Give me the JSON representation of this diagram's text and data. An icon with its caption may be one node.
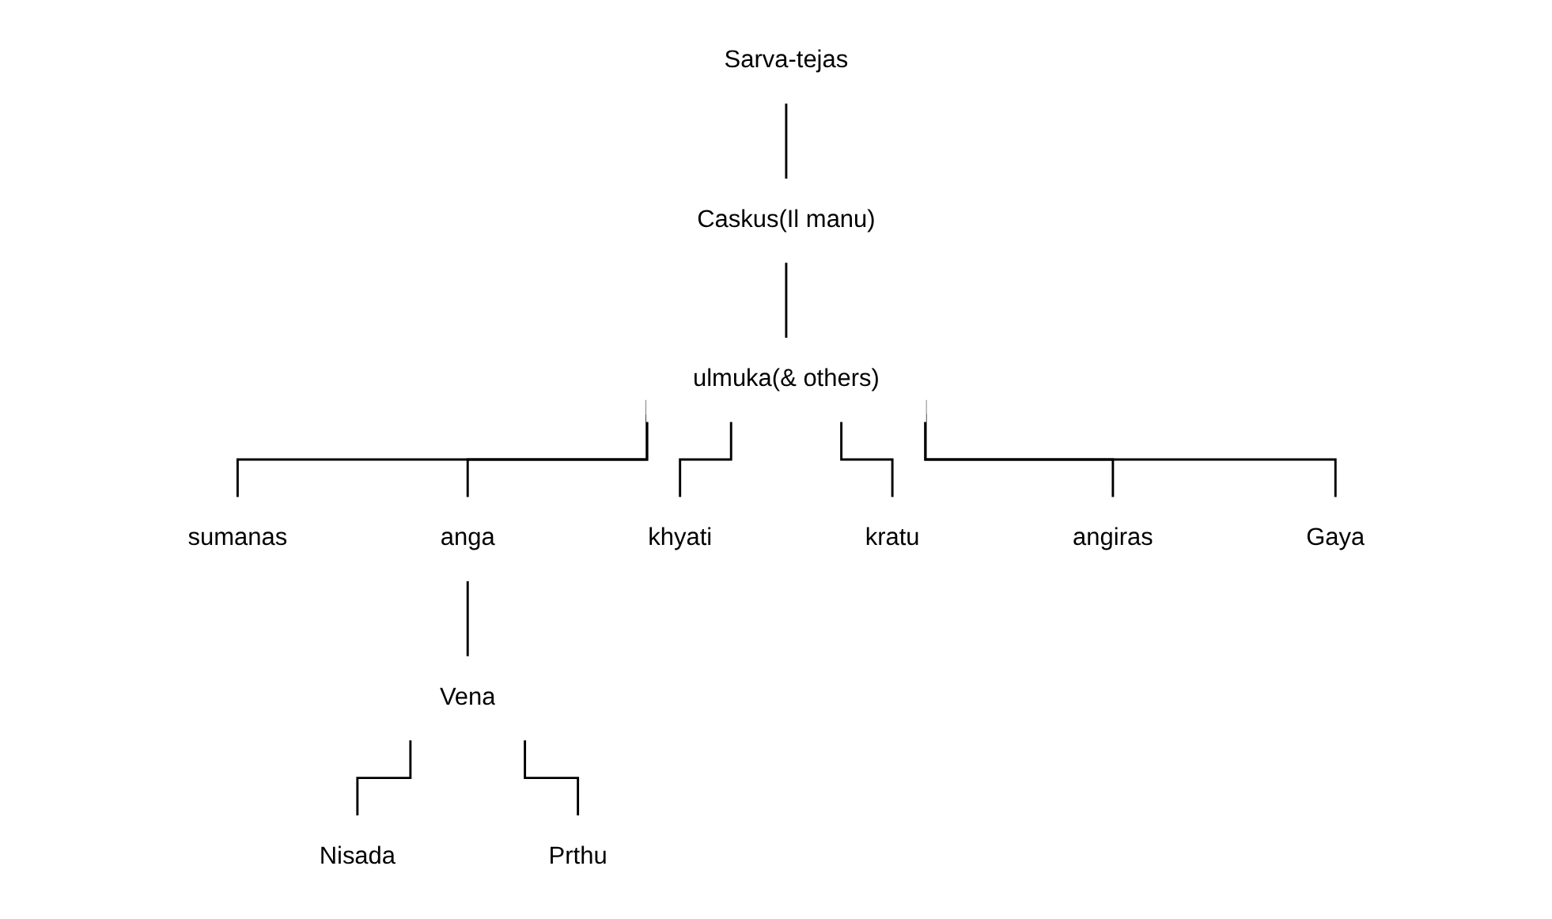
{
  "diagram": {
    "nodes": [
      {
        "text": [
          "Sarva-tejas"
        ]
      },
      {
        "text": [
          "Caskus(Il manu)"
        ]
      },
      {
        "text": [
          "ulmuka(& others)"
        ]
      },
      {
        "text": [
          "sumanas"
        ]
      },
      {
        "text": [
          "anga"
        ]
      },
      {
        "text": [
          "khyati"
        ]
      },
      {
        "text": [
          "kratu"
        ]
      },
      {
        "text": [
          "angiras"
        ]
      },
      {
        "text": [
          "Gaya"
        ]
      },
      {
        "text": [
          "Vena"
        ]
      },
      {
        "text": [
          "Nisada"
        ]
      },
      {
        "text": [
          "Prthu"
        ]
      }
    ],
    "edges": [
      {
        "from": 0,
        "to": 1,
        "arrow": "none"
      },
      {
        "from": 1,
        "to": 2,
        "arrow": "none"
      },
      {
        "from": 2,
        "to": 3,
        "arrow": "none"
      },
      {
        "from": 2,
        "to": 4,
        "arrow": "none"
      },
      {
        "from": 2,
        "to": 5,
        "arrow": "none"
      },
      {
        "from": 2,
        "to": 6,
        "arrow": "none"
      },
      {
        "from": 2,
        "to": 7,
        "arrow": "none"
      },
      {
        "from": 2,
        "to": 8,
        "arrow": "none"
      },
      {
        "from": 4,
        "to": 9,
        "arrow": "none"
      },
      {
        "from": 9,
        "to": 10,
        "arrow": "none"
      },
      {
        "from": 9,
        "to": 11,
        "arrow": "none"
      }
    ]
  }
}
